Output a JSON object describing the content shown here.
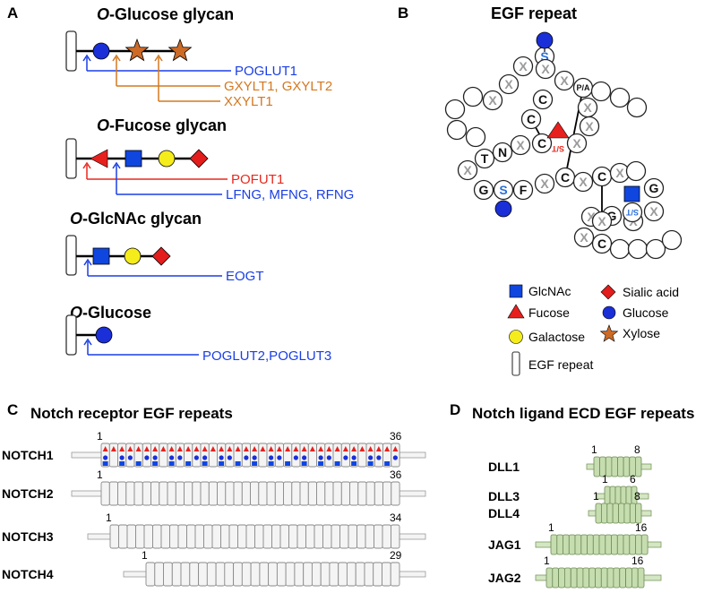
{
  "colors": {
    "blue": "#1a3ee6",
    "orange": "#d4781f",
    "red": "#e8291f",
    "green_fill": "#c6ddb0",
    "green_stroke": "#6e8a55",
    "grey_fill": "#f1f1f1",
    "grey_stroke": "#8a8a8a",
    "glucose": "#1a2fd8",
    "glcnac": "#1046e0",
    "galactose": "#f5ec1c",
    "xylose": "#cc6a26",
    "sialic": "#e31c1c",
    "fucose": "#e8201d"
  },
  "panelA": {
    "letter": "A",
    "sections": [
      {
        "title_prefix": "O",
        "title_rest": "-Glucose glycan",
        "enzymes": [
          "POGLUT1",
          "GXYLT1, GXYLT2",
          "XXYLT1"
        ]
      },
      {
        "title_prefix": "O",
        "title_rest": "-Fucose glycan",
        "enzymes": [
          "POFUT1",
          "LFNG, MFNG, RFNG"
        ]
      },
      {
        "title_prefix": "O",
        "title_rest": "-GlcNAc glycan",
        "enzymes": [
          "EOGT"
        ]
      },
      {
        "title_prefix": "O",
        "title_rest": "-Glucose",
        "enzymes": [
          "POGLUT2,POGLUT3"
        ]
      }
    ]
  },
  "panelB": {
    "letter": "B",
    "title": "EGF repeat",
    "residues": {
      "S": "S",
      "C": "C",
      "X": "X",
      "T": "T",
      "N": "N",
      "G": "G",
      "F": "F",
      "PA": "P/A",
      "ST": "S/T"
    },
    "legend": {
      "glcnac": "GlcNAc",
      "sialic": "Sialic acid",
      "fucose": "Fucose",
      "glucose": "Glucose",
      "galactose": "Galactose",
      "xylose": "Xylose",
      "egf": "EGF repeat"
    }
  },
  "panelC": {
    "letter": "C",
    "title": "Notch receptor EGF repeats",
    "receptors": [
      {
        "name": "NOTCH1",
        "first": "1",
        "last": "36",
        "count": 36
      },
      {
        "name": "NOTCH2",
        "first": "1",
        "last": "36",
        "count": 36
      },
      {
        "name": "NOTCH3",
        "first": "1",
        "last": "34",
        "count": 34
      },
      {
        "name": "NOTCH4",
        "first": "1",
        "last": "29",
        "count": 29
      }
    ]
  },
  "panelD": {
    "letter": "D",
    "title": "Notch ligand ECD EGF repeats",
    "ligands": [
      {
        "name": "DLL1",
        "first": "1",
        "last": "8",
        "count": 8
      },
      {
        "name": "DLL3",
        "first": "1",
        "last": "6",
        "count": 6
      },
      {
        "name": "DLL4",
        "first": "1",
        "last": "8",
        "count": 8
      },
      {
        "name": "JAG1",
        "first": "1",
        "last": "16",
        "count": 16
      },
      {
        "name": "JAG2",
        "first": "1",
        "last": "16",
        "count": 16
      }
    ]
  }
}
